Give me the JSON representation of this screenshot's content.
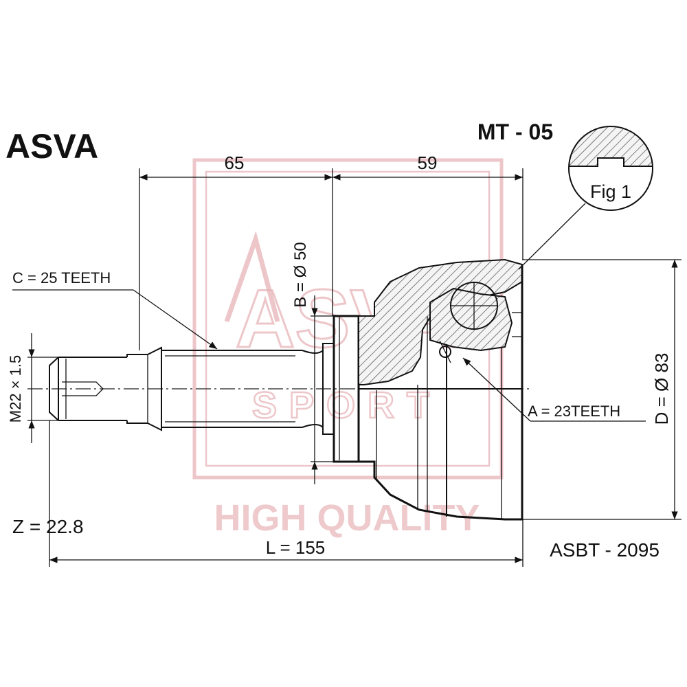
{
  "brand": "ASVA",
  "part_number": "MT - 05",
  "fig_label": "Fig 1",
  "dimensions": {
    "dim_65": "65",
    "dim_59": "59",
    "outer_spline": "C = 25 TEETH",
    "inner_spline": "A = 23TEETH",
    "thread": "M22 × 1.5",
    "seat_diameter": "B = Ø 50",
    "outer_diameter": "D = Ø 83",
    "total_length": "L = 155",
    "z_value": "Z = 22.8"
  },
  "boot_kit": "ASBT - 2095",
  "watermark": {
    "letters": "ASVA",
    "sub": "SPORT",
    "tagline": "HIGH QUALITY",
    "color": "#e7b3b8"
  }
}
